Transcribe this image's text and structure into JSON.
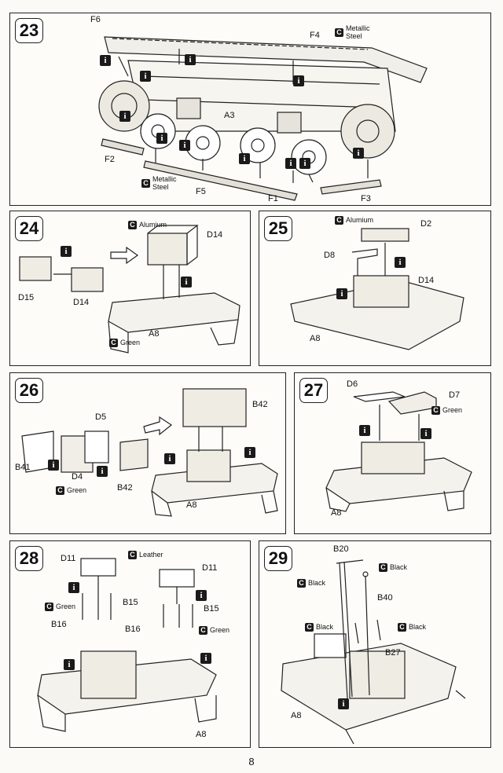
{
  "page_number": "8",
  "glue_icon": "i",
  "steps": {
    "s23": {
      "number": "23",
      "labels": {
        "f6": "F6",
        "f4": "F4",
        "a3": "A3",
        "f2": "F2",
        "f5": "F5",
        "f1": "F1",
        "f3": "F3"
      },
      "mat_top": {
        "c": "C",
        "text": "Metallic\nSteel"
      },
      "mat_bottom": {
        "c": "C",
        "text": "Metallic\nSteel"
      }
    },
    "s24": {
      "number": "24",
      "labels": {
        "d14": "D14",
        "d15": "D15",
        "d14b": "D14",
        "a8": "A8"
      },
      "mat_alu": {
        "c": "C",
        "text": "Alumium"
      },
      "mat_green": {
        "c": "C",
        "text": "Green"
      }
    },
    "s25": {
      "number": "25",
      "labels": {
        "d2": "D2",
        "d8": "D8",
        "d14": "D14",
        "a8": "A8"
      },
      "mat_alu": {
        "c": "C",
        "text": "Alumium"
      }
    },
    "s26": {
      "number": "26",
      "labels": {
        "d5": "D5",
        "b42": "B42",
        "b41": "B41",
        "d4": "D4",
        "b42b": "B42",
        "a8": "A8"
      },
      "mat_green": {
        "c": "C",
        "text": "Green"
      }
    },
    "s27": {
      "number": "27",
      "labels": {
        "d6": "D6",
        "d7": "D7",
        "a8": "A8"
      },
      "mat_green": {
        "c": "C",
        "text": "Green"
      }
    },
    "s28": {
      "number": "28",
      "labels": {
        "d11": "D11",
        "d11b": "D11",
        "b15": "B15",
        "b15b": "B15",
        "b16": "B16",
        "b16b": "B16",
        "a8": "A8"
      },
      "mat_leather": {
        "c": "C",
        "text": "Leather"
      },
      "mat_green1": {
        "c": "C",
        "text": "Green"
      },
      "mat_green2": {
        "c": "C",
        "text": "Green"
      }
    },
    "s29": {
      "number": "29",
      "labels": {
        "b20": "B20",
        "b40": "B40",
        "b27": "B27",
        "a8": "A8"
      },
      "mat_black1": {
        "c": "C",
        "text": "Black"
      },
      "mat_black2": {
        "c": "C",
        "text": "Black"
      },
      "mat_black3": {
        "c": "C",
        "text": "Black"
      },
      "mat_black4": {
        "c": "C",
        "text": "Black"
      }
    }
  }
}
